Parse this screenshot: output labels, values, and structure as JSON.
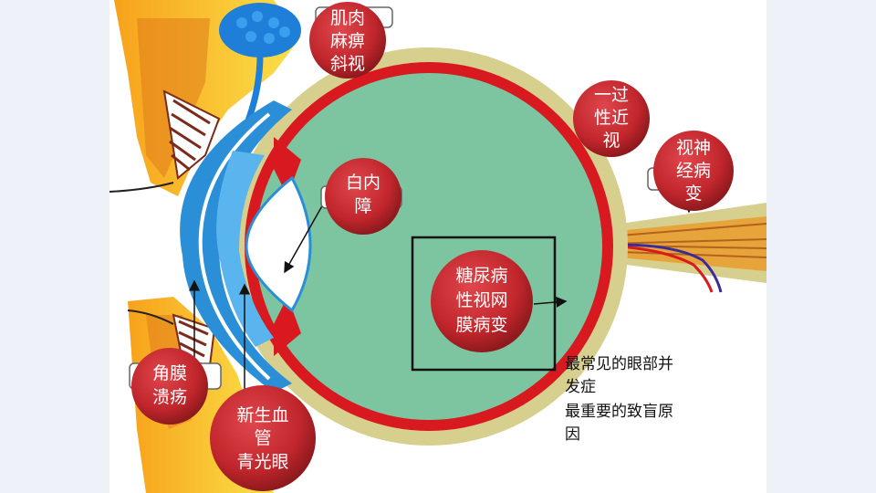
{
  "colors": {
    "side_panel": "#eef1f8",
    "vitreous": "#7cc5a0",
    "sclera_outer": "#d6cf8e",
    "choroid_red": "#d8191f",
    "cornea_blue": "#2a8fd6",
    "bubble_red": "#c0262c",
    "eyelid_yellow": "#f6c21c",
    "lacrimal_blue": "#1f7fd8",
    "highlight_box": "#111111"
  },
  "labels": {
    "muscle": [
      "肌肉",
      "麻痹",
      "斜视"
    ],
    "transient_myopia": [
      "一过",
      "性近",
      "视"
    ],
    "optic_neuropathy": [
      "视神",
      "经病",
      "变"
    ],
    "cataract": [
      "白内",
      "障"
    ],
    "diabetic_retinopathy": [
      "糖尿病",
      "性视网",
      "膜病变"
    ],
    "corneal_ulcer": [
      "角膜",
      "溃疡"
    ],
    "neovascular_glaucoma": [
      "新生血",
      "管",
      "青光眼"
    ]
  },
  "note": {
    "lines": [
      "最常见的眼部并",
      "发症",
      "最重要的致盲原",
      "因"
    ]
  },
  "icons": {
    "lacrimal_gland": "lacrimal-gland-icon",
    "optic_nerve": "optic-nerve-icon"
  }
}
